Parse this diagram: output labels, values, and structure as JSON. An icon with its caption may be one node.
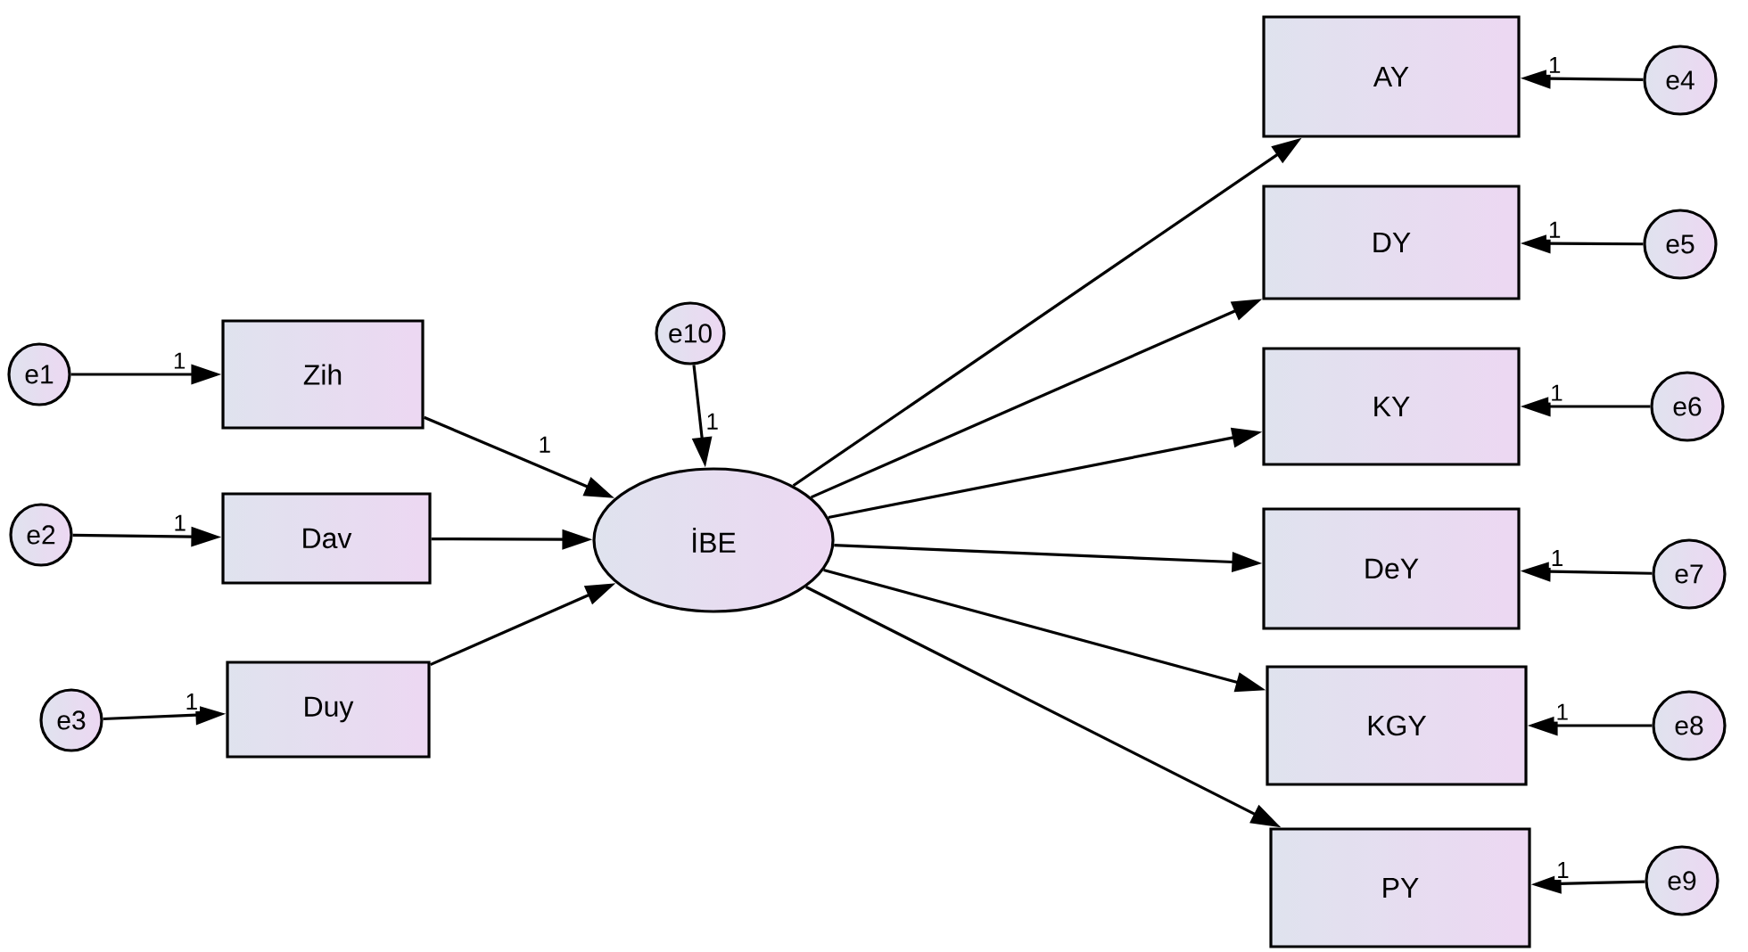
{
  "diagram": {
    "nodes": [
      {
        "text": [
          "e1"
        ]
      },
      {
        "text": [
          "Zih"
        ]
      },
      {
        "text": [
          "e2"
        ]
      },
      {
        "text": [
          "Dav"
        ]
      },
      {
        "text": [
          "e3"
        ]
      },
      {
        "text": [
          "Duy"
        ]
      },
      {
        "text": [
          "e10"
        ]
      },
      {
        "text": [
          "İBE"
        ]
      },
      {
        "text": [
          "AY"
        ]
      },
      {
        "text": [
          "e4"
        ]
      },
      {
        "text": [
          "DY"
        ]
      },
      {
        "text": [
          "e5"
        ]
      },
      {
        "text": [
          "KY"
        ]
      },
      {
        "text": [
          "e6"
        ]
      },
      {
        "text": [
          "DeY"
        ]
      },
      {
        "text": [
          "e7"
        ]
      },
      {
        "text": [
          "KGY"
        ]
      },
      {
        "text": [
          "e8"
        ]
      },
      {
        "text": [
          "PY"
        ]
      },
      {
        "text": [
          "e9"
        ]
      }
    ],
    "edges": [
      {
        "from": 0,
        "to": 1,
        "arrow": "to",
        "label": "1"
      },
      {
        "from": 2,
        "to": 3,
        "arrow": "to",
        "label": "1"
      },
      {
        "from": 4,
        "to": 5,
        "arrow": "to",
        "label": "1"
      },
      {
        "from": 1,
        "to": 7,
        "arrow": "to",
        "label": "1"
      },
      {
        "from": 3,
        "to": 7,
        "arrow": "to"
      },
      {
        "from": 5,
        "to": 7,
        "arrow": "to"
      },
      {
        "from": 6,
        "to": 7,
        "arrow": "to",
        "label": "1"
      },
      {
        "from": 7,
        "to": 8,
        "arrow": "to"
      },
      {
        "from": 7,
        "to": 10,
        "arrow": "to"
      },
      {
        "from": 7,
        "to": 12,
        "arrow": "to"
      },
      {
        "from": 7,
        "to": 14,
        "arrow": "to"
      },
      {
        "from": 7,
        "to": 16,
        "arrow": "to"
      },
      {
        "from": 7,
        "to": 18,
        "arrow": "to"
      },
      {
        "from": 9,
        "to": 8,
        "arrow": "to",
        "label": "1"
      },
      {
        "from": 11,
        "to": 10,
        "arrow": "to",
        "label": "1"
      },
      {
        "from": 13,
        "to": 12,
        "arrow": "to",
        "label": "1"
      },
      {
        "from": 15,
        "to": 14,
        "arrow": "to",
        "label": "1"
      },
      {
        "from": 17,
        "to": 16,
        "arrow": "to",
        "label": "1"
      },
      {
        "from": 19,
        "to": 18,
        "arrow": "to",
        "label": "1"
      }
    ]
  }
}
